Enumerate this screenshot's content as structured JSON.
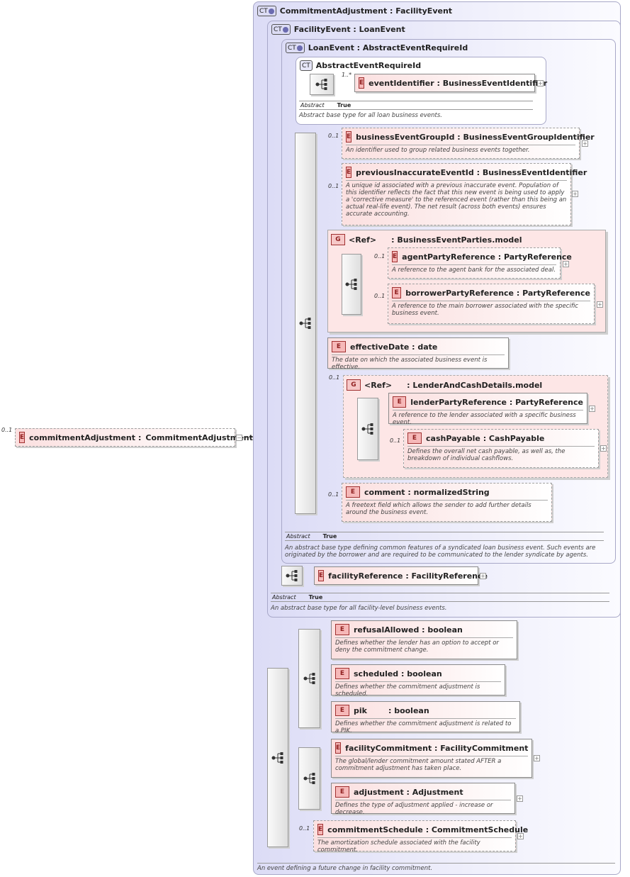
{
  "root": {
    "card": "0..1",
    "name": "commitmentAdjustment",
    "type": "CommitmentAdjustment",
    "collapse": "−"
  },
  "ct1": {
    "badge": "CT",
    "title": "CommitmentAdjustment : FacilityEvent",
    "doc": "An event defining a future change in facility commitment."
  },
  "ct2": {
    "badge": "CT",
    "title": "FacilityEvent : LoanEvent",
    "abstract_key": "Abstract",
    "abstract_val": "True",
    "doc": "An abstract base type for all facility-level business events."
  },
  "ct3": {
    "badge": "CT",
    "title": "LoanEvent : AbstractEventRequireId",
    "abstract_key": "Abstract",
    "abstract_val": "True",
    "doc": "An abstract base type defining common features of a syndicated loan business event. Such events are originated by the borrower and are required to be communicated to the lender syndicate by agents."
  },
  "ct4": {
    "badge": "CT",
    "title": "AbstractEventRequireId",
    "abstract_key": "Abstract",
    "abstract_val": "True",
    "doc": "Abstract base type for all loan business events."
  },
  "eventIdentifier": {
    "card": "1..*",
    "label": "eventIdentifier : BusinessEventIdentifier"
  },
  "businessEventGroupId": {
    "card": "0..1",
    "label": "businessEventGroupId : BusinessEventGroupIdentifier",
    "doc": "An identifier used to group related business events together."
  },
  "previousInaccurateEventId": {
    "card": "0..1",
    "label": "previousInaccurateEventId : BusinessEventIdentifier",
    "doc": "A unique id associated with a previous inaccurate event. Population of this identifier reflects the fact that this new event is being used to apply a 'corrective measure' to the referenced event (rather than this being an actual real-life event). The net result (across both events) ensures accurate accounting."
  },
  "group1": {
    "badge": "G",
    "ref": "<Ref>",
    "label": ": BusinessEventParties.model"
  },
  "agentPartyReference": {
    "card": "0..1",
    "label": "agentPartyReference : PartyReference",
    "doc": "A reference to the agent bank for the associated deal."
  },
  "borrowerPartyReference": {
    "card": "0..1",
    "label": "borrowerPartyReference : PartyReference",
    "doc": "A reference to the main borrower associated with the specific business event."
  },
  "effectiveDate": {
    "label": "effectiveDate : date",
    "doc": "The date on which the associated business event is effective."
  },
  "group2": {
    "card": "0..1",
    "badge": "G",
    "ref": "<Ref>",
    "label": ": LenderAndCashDetails.model"
  },
  "lenderPartyReference": {
    "label": "lenderPartyReference : PartyReference",
    "doc": "A reference to the lender associated with a specific business event."
  },
  "cashPayable": {
    "card": "0..1",
    "label": "cashPayable : CashPayable",
    "doc": "Defines the overall net cash payable, as well as, the breakdown of individual cashflows."
  },
  "comment": {
    "card": "0..1",
    "label": "comment : normalizedString",
    "doc": "A freetext field which allows the sender to add further details around the business event."
  },
  "facilityReference": {
    "label": "facilityReference : FacilityReference"
  },
  "refusalAllowed": {
    "label": "refusalAllowed : boolean",
    "doc": "Defines whether the lender has an option to accept or deny the commitment change."
  },
  "scheduled": {
    "label": "scheduled : boolean",
    "doc": "Defines whether the commitment adjustment is scheduled."
  },
  "pik": {
    "name": "pik",
    "type": ": boolean",
    "doc": "Defines whether the commitment adjustment is related to a PIK."
  },
  "facilityCommitment": {
    "label": "facilityCommitment : FacilityCommitment",
    "doc": "The global/lender commitment amount stated AFTER a commitment adjustment has taken place."
  },
  "adjustment": {
    "label": "adjustment : Adjustment",
    "doc": "Defines the type of adjustment applied - increase or decrease."
  },
  "commitmentSchedule": {
    "card": "0..1",
    "label": "commitmentSchedule : CommitmentSchedule",
    "doc": "The amortization schedule associated with the facility commitment."
  },
  "badges": {
    "element": "E",
    "expand": "+"
  }
}
